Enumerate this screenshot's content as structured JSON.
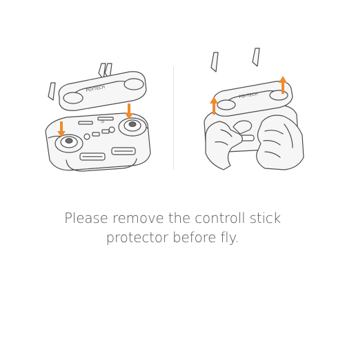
{
  "brand": {
    "logo_text": "PGYTECH"
  },
  "colors": {
    "arrow": "#f08a2c",
    "line": "#4a4a4a",
    "fill": "#f2f2f2",
    "caption": "#555555"
  },
  "caption": {
    "line1": "Please remove the controll stick",
    "line2": "protector before fly."
  }
}
